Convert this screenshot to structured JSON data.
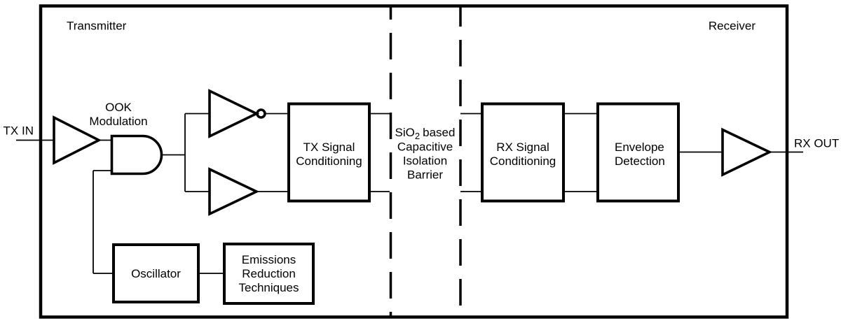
{
  "colors": {
    "ink": "#000000",
    "background": "#ffffff"
  },
  "regions": {
    "transmitter": "Transmitter",
    "receiver": "Receiver"
  },
  "io": {
    "tx_in": "TX IN",
    "rx_out": "RX OUT"
  },
  "ook": {
    "line1": "OOK",
    "line2": "Modulation"
  },
  "tx_box": {
    "line1": "TX Signal",
    "line2": "Conditioning"
  },
  "barrier": {
    "l1_main": "SiO",
    "l1_sub": "2",
    "l1_rest": "based",
    "l2": "Capacitive",
    "l3": "Isolation",
    "l4": "Barrier"
  },
  "rx_box": {
    "line1": "RX Signal",
    "line2": "Conditioning"
  },
  "envelope_box": {
    "line1": "Envelope",
    "line2": "Detection"
  },
  "oscillator_box": {
    "label": "Oscillator"
  },
  "emissions_box": {
    "line1": "Emissions",
    "line2": "Reduction",
    "line3": "Techniques"
  }
}
